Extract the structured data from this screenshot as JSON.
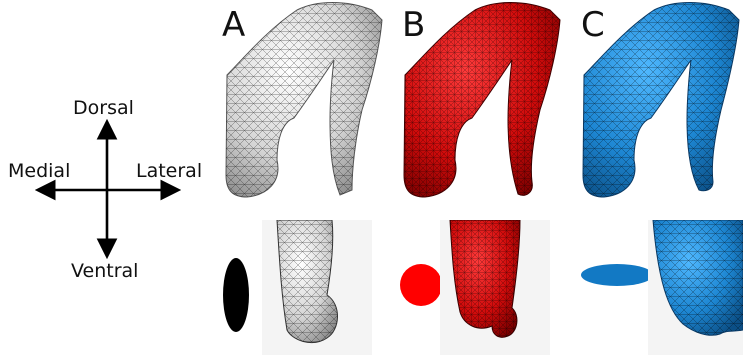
{
  "orientation": {
    "dorsal": "Dorsal",
    "ventral": "Ventral",
    "medial": "Medial",
    "lateral": "Lateral"
  },
  "panels": [
    {
      "letter": "A",
      "color": "#c9c9c9",
      "cross_section_color": "#000000",
      "cross_section_shape": "vertical-ellipse"
    },
    {
      "letter": "B",
      "color": "#d40d0d",
      "cross_section_color": "#ff0000",
      "cross_section_shape": "circle"
    },
    {
      "letter": "C",
      "color": "#1f86cf",
      "cross_section_color": "#1279c4",
      "cross_section_shape": "horizontal-ellipse"
    }
  ]
}
